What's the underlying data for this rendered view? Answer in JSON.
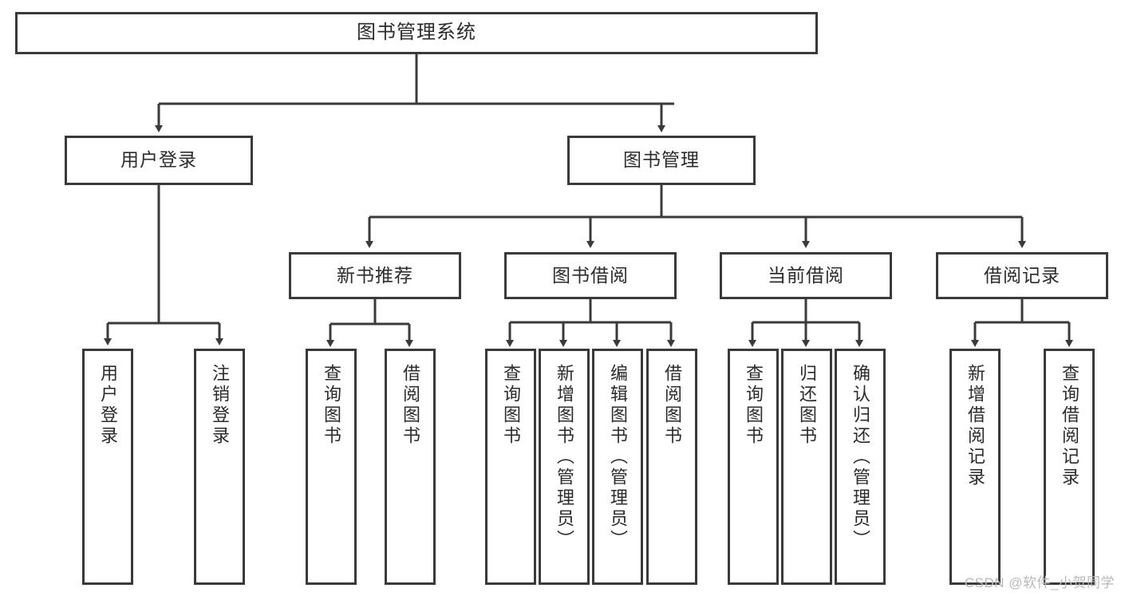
{
  "diagram": {
    "title": "图书管理系统",
    "type": "tree-hierarchy",
    "root": {
      "label": "图书管理系统"
    },
    "level2": [
      {
        "label": "用户登录"
      },
      {
        "label": "图书管理"
      }
    ],
    "level3": [
      {
        "label": "新书推荐"
      },
      {
        "label": "图书借阅"
      },
      {
        "label": "当前借阅"
      },
      {
        "label": "借阅记录"
      }
    ],
    "leaves": {
      "user_login": [
        {
          "label": "用户登录"
        },
        {
          "label": "注销登录"
        }
      ],
      "new_book_recommend": [
        {
          "label": "查询图书"
        },
        {
          "label": "借阅图书"
        }
      ],
      "book_borrow": [
        {
          "label": "查询图书"
        },
        {
          "label": "新增图书（管理员）"
        },
        {
          "label": "编辑图书（管理员）"
        },
        {
          "label": "借阅图书"
        }
      ],
      "current_borrow": [
        {
          "label": "查询图书"
        },
        {
          "label": "归还图书"
        },
        {
          "label": "确认归还（管理员）"
        }
      ],
      "borrow_record": [
        {
          "label": "新增借阅记录"
        },
        {
          "label": "查询借阅记录"
        }
      ]
    }
  },
  "watermark": {
    "text": "CSDN @软件_小贺同学"
  },
  "colors": {
    "box_border": "#3a3a3a",
    "box_fill": "#ffffff",
    "edge": "#3a3a3a",
    "text": "#2b2b2b",
    "watermark": "#b9b9b9"
  }
}
